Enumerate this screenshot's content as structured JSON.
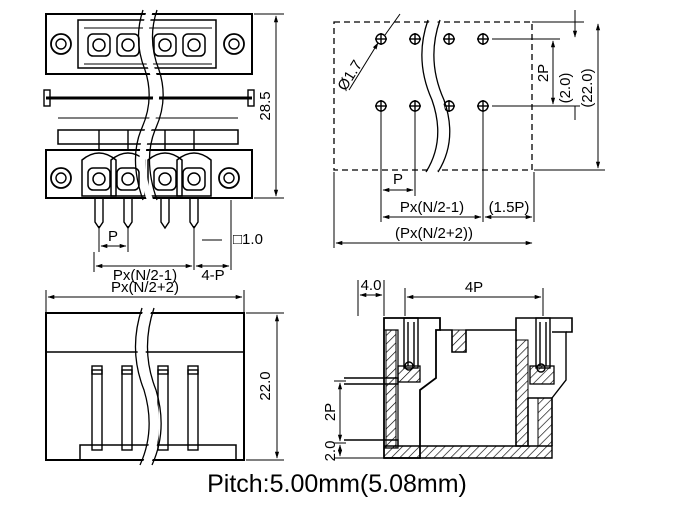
{
  "caption": "Pitch:5.00mm(5.08mm)",
  "front_view": {
    "dim_height": "28.5",
    "dim_pitch": "P",
    "dim_span": "Px(N/2-1)",
    "dim_end": "4-P",
    "dim_pin": "□1.0"
  },
  "bottom_view": {
    "dim_width": "Px(N/2+2)",
    "dim_height": "22.0"
  },
  "pcb_layout": {
    "dim_hole": "Ø1.7",
    "dim_row_pitch": "2P",
    "dim_row_offset": "(2.0)",
    "dim_height": "(22.0)",
    "dim_pitch": "P",
    "dim_span": "Px(N/2-1)",
    "dim_offset": "(1.5P)",
    "dim_total": "(Px(N/2+2))"
  },
  "side_view": {
    "dim_left": "4.0",
    "dim_top": "4P",
    "dim_mid": "2P",
    "dim_bottom": "2.0"
  }
}
